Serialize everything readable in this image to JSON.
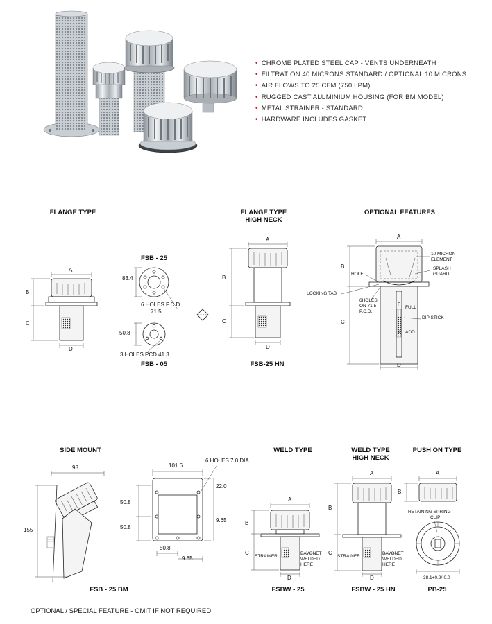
{
  "features": [
    "CHROME PLATED STEEL CAP - VENTS UNDERNEATH",
    "FILTRATION 40 MICRONS STANDARD / OPTIONAL 10 MICRONS",
    "AIR FLOWS TO 25 CFM (750 LPM)",
    "RUGGED CAST ALUMINIUM HOUSING (FOR BM MODEL)",
    "METAL STRAINER - STANDARD",
    "HARDWARE INCLUDES GASKET"
  ],
  "sections": {
    "flange_type": {
      "title": "FLANGE TYPE",
      "caption": "FSB - 05",
      "dims": {
        "a": "A",
        "b": "B",
        "c": "C",
        "d": "D"
      }
    },
    "fsb25": {
      "title": "FSB - 25",
      "dim_height": "83.4",
      "holes_line1": "6 HOLES P.C.D.",
      "holes_line2": "71.5"
    },
    "fsb05": {
      "dim": "50.8",
      "holes": "3 HOLES PCD 41.3"
    },
    "flange_high_neck": {
      "title_line1": "FLANGE TYPE",
      "title_line2": "HIGH NECK",
      "caption": "FSB-25 HN",
      "dims": {
        "a": "A",
        "b": "B",
        "c": "C",
        "d": "D"
      }
    },
    "optional": {
      "title": "OPTIONAL FEATURES",
      "element_line1": "10 MICRON",
      "element_line2": "ELEMENT",
      "splash_line1": "SPLASH",
      "splash_line2": "GUARD",
      "hole": "HOLE",
      "locking_tab": "LOCKING TAB",
      "holes_line1": "6HOLES",
      "holes_line2": "ON 71.5",
      "holes_line3": "P.C.D.",
      "full": "FULL",
      "dip_stick": "DIP STICK",
      "add": "ADD",
      "dims": {
        "a": "A",
        "b": "B",
        "c": "C",
        "d": "D",
        "f": "F",
        "a2": "A"
      }
    },
    "side_mount": {
      "title": "SIDE MOUNT",
      "caption": "FSB - 25 BM",
      "dim_width": "98",
      "dim_height": "155"
    },
    "side_plate": {
      "dim_width": "101.6",
      "holes": "6 HOLES 7.0 DIA",
      "dim_left1": "50.8",
      "dim_left2": "50.8",
      "dim_right1": "22.0",
      "dim_right2": "9.65",
      "dim_bottom1": "50.8",
      "dim_bottom2": "9.65"
    },
    "weld_type": {
      "title": "WELD TYPE",
      "caption": "FSBW - 25",
      "strainer": "STRAINER",
      "bayonet_line1": "BAYONET",
      "bayonet_line2": "WELDED",
      "bayonet_line3": "HERE",
      "dims": {
        "a": "A",
        "b": "B",
        "c": "C",
        "d": "D"
      }
    },
    "weld_high_neck": {
      "title_line1": "WELD TYPE",
      "title_line2": "HIGH NECK",
      "caption": "FSBW - 25  HN",
      "strainer": "STRAINER",
      "bayonet_line1": "BAYONET",
      "bayonet_line2": "WELDED",
      "bayonet_line3": "HERE",
      "dims": {
        "a": "A",
        "b": "B",
        "c": "C",
        "d": "D"
      }
    },
    "push_on": {
      "title": "PUSH ON TYPE",
      "caption": "PB-25",
      "clip_line1": "RETAINING SPRING",
      "clip_line2": "CLIP",
      "dim_bottom": "38.1+0.2/-0.0",
      "dims": {
        "a": "A",
        "b": "B"
      }
    }
  },
  "footer": "OPTIONAL / SPECIAL FEATURE - OMIT IF NOT REQUIRED",
  "colors": {
    "bullet": "#d0121b",
    "line": "#222222"
  }
}
